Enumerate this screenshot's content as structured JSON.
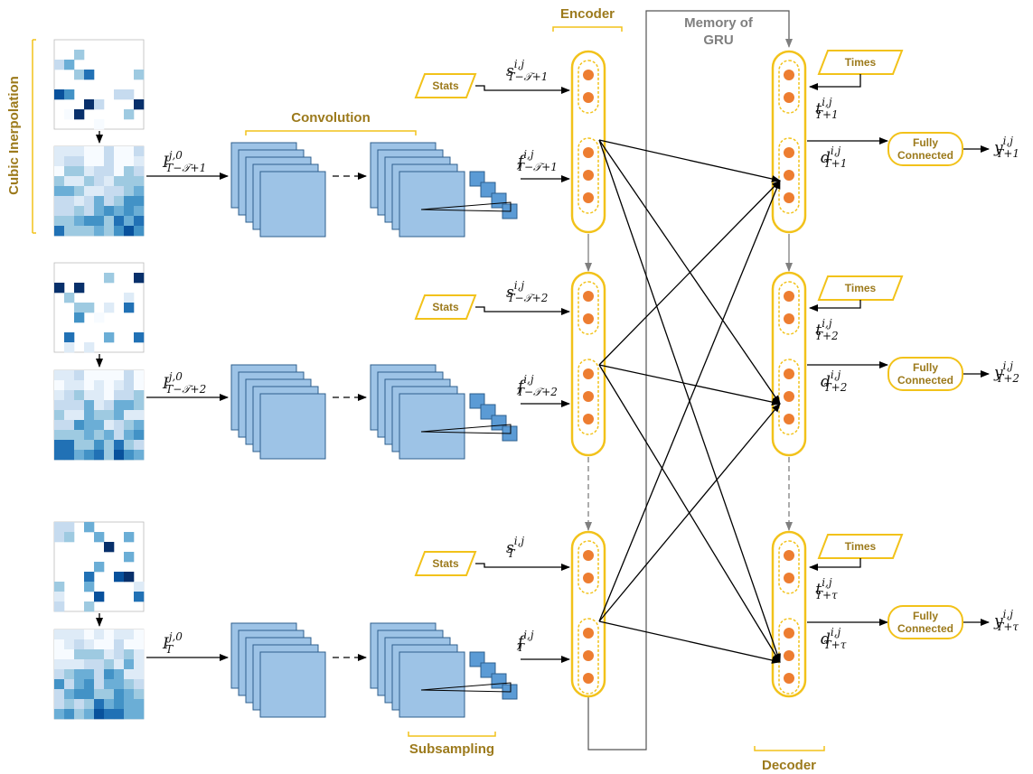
{
  "labels": {
    "cubic": "Cubic Inerpolation",
    "convolution": "Convolution",
    "subsampling": "Subsampling",
    "encoder": "Encoder",
    "decoder": "Decoder",
    "memory": "Memory of",
    "memory2": "GRU"
  },
  "rows": [
    {
      "stats": "Stats",
      "times": "Times",
      "fc1": "Fully",
      "fc2": "Connected",
      "I_main": "I",
      "I_sup": "j,0",
      "I_sub": "T−𝒯+1",
      "s_main": "s",
      "s_sup": "i,j",
      "s_sub": "T−𝒯+1",
      "f_main": "f",
      "f_sup": "i,j",
      "f_sub": "T−𝒯+1",
      "t_main": "t",
      "t_sup": "i,j",
      "t_sub": "T+1",
      "d_main": "d",
      "d_sup": "i,j",
      "d_sub": "T+1",
      "y_main": "y",
      "y_sup": "i,j",
      "y_sub": "T+1"
    },
    {
      "stats": "Stats",
      "times": "Times",
      "fc1": "Fully",
      "fc2": "Connected",
      "I_main": "I",
      "I_sup": "j,0",
      "I_sub": "T−𝒯+2",
      "s_main": "s",
      "s_sup": "i,j",
      "s_sub": "T−𝒯+2",
      "f_main": "f",
      "f_sup": "i,j",
      "f_sub": "T−𝒯+2",
      "t_main": "t",
      "t_sup": "i,j",
      "t_sub": "T+2",
      "d_main": "d",
      "d_sup": "i,j",
      "d_sub": "T+2",
      "y_main": "y",
      "y_sup": "i,j",
      "y_sub": "T+2"
    },
    {
      "stats": "Stats",
      "times": "Times",
      "fc1": "Fully",
      "fc2": "Connected",
      "I_main": "I",
      "I_sup": "j,0",
      "I_sub": "T",
      "s_main": "s",
      "s_sup": "i,j",
      "s_sub": "T",
      "f_main": "f",
      "f_sup": "i,j",
      "f_sub": "T",
      "t_main": "t",
      "t_sup": "i,j",
      "t_sub": "T+τ",
      "d_main": "d",
      "d_sup": "i,j",
      "d_sub": "T+τ",
      "y_main": "y",
      "y_sup": "i,j",
      "y_sub": "T+τ"
    }
  ],
  "colors": {
    "gold": "#f2c21a",
    "gold_text": "#9c7a1c",
    "node": "#ed7d31",
    "map_fill": "#9dc3e6",
    "map_stroke": "#2e5f8e",
    "small_sq": "#5b9bd5",
    "gray": "#7f7f7f"
  }
}
